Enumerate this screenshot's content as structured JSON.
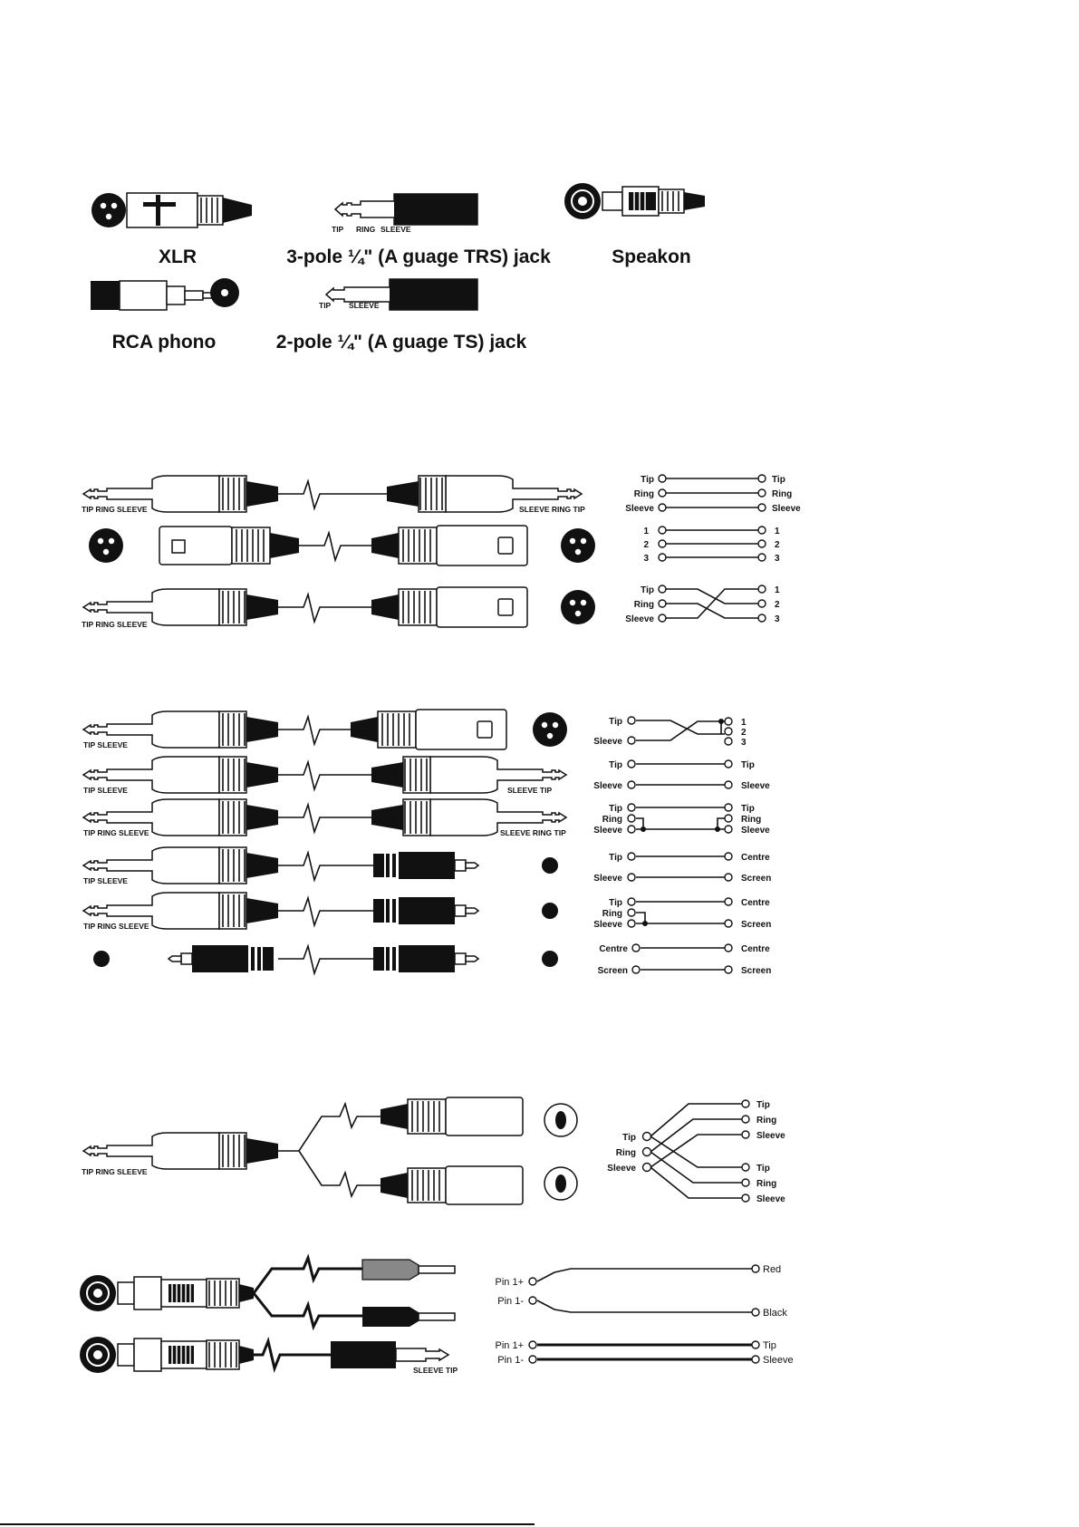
{
  "connector_types": {
    "xlr": "XLR",
    "trs_jack": "3-pole ¼\" (A guage TRS) jack",
    "speakon": "Speakon",
    "rca": "RCA phono",
    "ts_jack": "2-pole ¼\" (A guage TS) jack",
    "trs_small": [
      "TIP",
      "RING",
      "SLEEVE"
    ],
    "ts_small": [
      "TIP",
      "SLEEVE"
    ]
  },
  "plug_labels": {
    "trs_left": "TIP RING SLEEVE",
    "trs_right": "SLEEVE RING TIP",
    "ts_left": "TIP SLEEVE",
    "ts_right": "SLEEVE TIP",
    "speakon_ts": "SLEEVE TIP"
  },
  "wiring": {
    "trs_trs": {
      "left": [
        "Tip",
        "Ring",
        "Sleeve"
      ],
      "right": [
        "Tip",
        "Ring",
        "Sleeve"
      ]
    },
    "xlr_xlr": {
      "left": [
        "1",
        "2",
        "3"
      ],
      "right": [
        "1",
        "2",
        "3"
      ]
    },
    "trs_xlr": {
      "left": [
        "Tip",
        "Ring",
        "Sleeve"
      ],
      "right": [
        "1",
        "2",
        "3"
      ]
    },
    "ts_xlr": {
      "left": [
        "Tip",
        "Sleeve"
      ],
      "right": [
        "1",
        "2",
        "3"
      ]
    },
    "ts_ts": {
      "left": [
        "Tip",
        "Sleeve"
      ],
      "right": [
        "Tip",
        "Sleeve"
      ]
    },
    "trs_trs_unbal": {
      "left": [
        "Tip",
        "Ring",
        "Sleeve"
      ],
      "right": [
        "Tip",
        "Ring",
        "Sleeve"
      ]
    },
    "ts_rca": {
      "left": [
        "Tip",
        "Sleeve"
      ],
      "right": [
        "Centre",
        "Screen"
      ]
    },
    "trs_rca": {
      "left": [
        "Tip",
        "Ring",
        "Sleeve"
      ],
      "right": [
        "Centre",
        "Screen"
      ]
    },
    "rca_rca": {
      "left": [
        "Centre",
        "Screen"
      ],
      "right": [
        "Centre",
        "Screen"
      ]
    },
    "y_split": {
      "left": [
        "Tip",
        "Ring",
        "Sleeve"
      ],
      "right": [
        "Tip",
        "Ring",
        "Sleeve",
        "Tip",
        "Ring",
        "Sleeve"
      ]
    },
    "speakon_banana": {
      "left": [
        "Pin 1+",
        "Pin 1-"
      ],
      "right": [
        "Red",
        "Black"
      ]
    },
    "speakon_jack": {
      "left": [
        "Pin 1+",
        "Pin 1-"
      ],
      "right": [
        "Tip",
        "Sleeve"
      ]
    }
  }
}
